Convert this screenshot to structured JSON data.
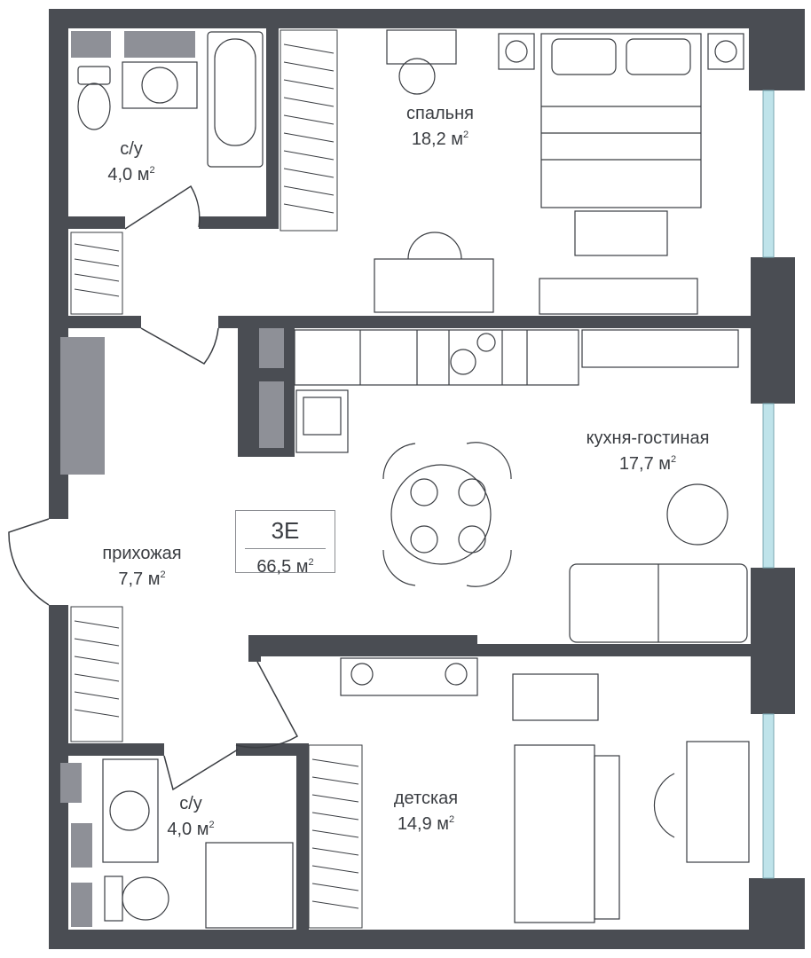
{
  "apartment": {
    "code": "3E",
    "total_area": "66,5 м",
    "area_unit_sup": "2"
  },
  "rooms": [
    {
      "name": "спальня",
      "area": "18,2 м",
      "sup": "2"
    },
    {
      "name": "с/у",
      "area": "4,0 м",
      "sup": "2"
    },
    {
      "name": "кухня-гостиная",
      "area": "17,7 м",
      "sup": "2"
    },
    {
      "name": "прихожая",
      "area": "7,7 м",
      "sup": "2"
    },
    {
      "name": "с/у",
      "area": "4,0 м",
      "sup": "2"
    },
    {
      "name": "детская",
      "area": "14,9 м",
      "sup": "2"
    }
  ],
  "colors": {
    "wall": "#4a4d53",
    "partition_fill": "#8e9097",
    "line": "#3a3d42",
    "window_glass": "#bfe3ea",
    "background": "#ffffff"
  }
}
